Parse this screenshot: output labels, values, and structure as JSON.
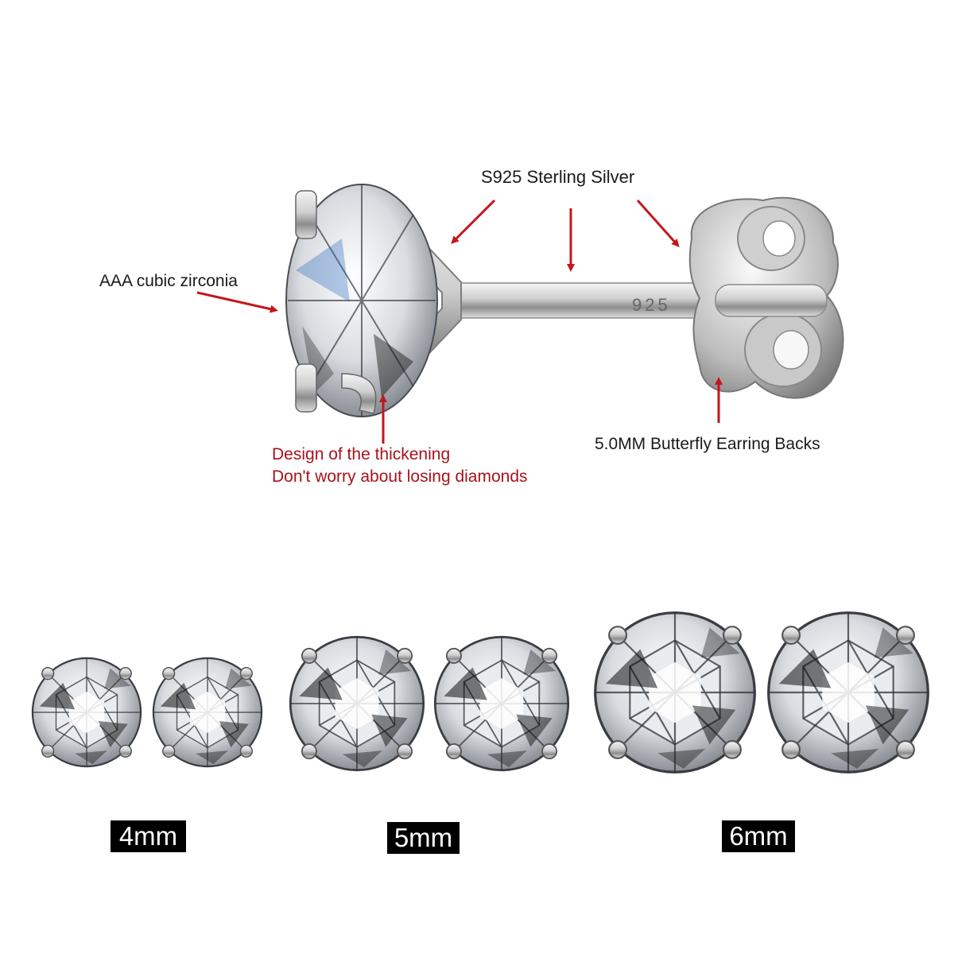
{
  "callouts": {
    "sterling_silver": "S925 Sterling Silver",
    "cubic_zirconia": "AAA cubic zirconia",
    "thickening_line1": "Design of the thickening",
    "thickening_line2": "Don't worry about losing diamonds",
    "butterfly_backs": "5.0MM Butterfly Earring Backs"
  },
  "stamp": "925",
  "sizes": [
    "4mm",
    "5mm",
    "6mm"
  ],
  "colors": {
    "arrow": "#c4161c",
    "annotation_red": "#a8131b",
    "tag_bg": "#000000",
    "tag_text": "#ffffff"
  }
}
